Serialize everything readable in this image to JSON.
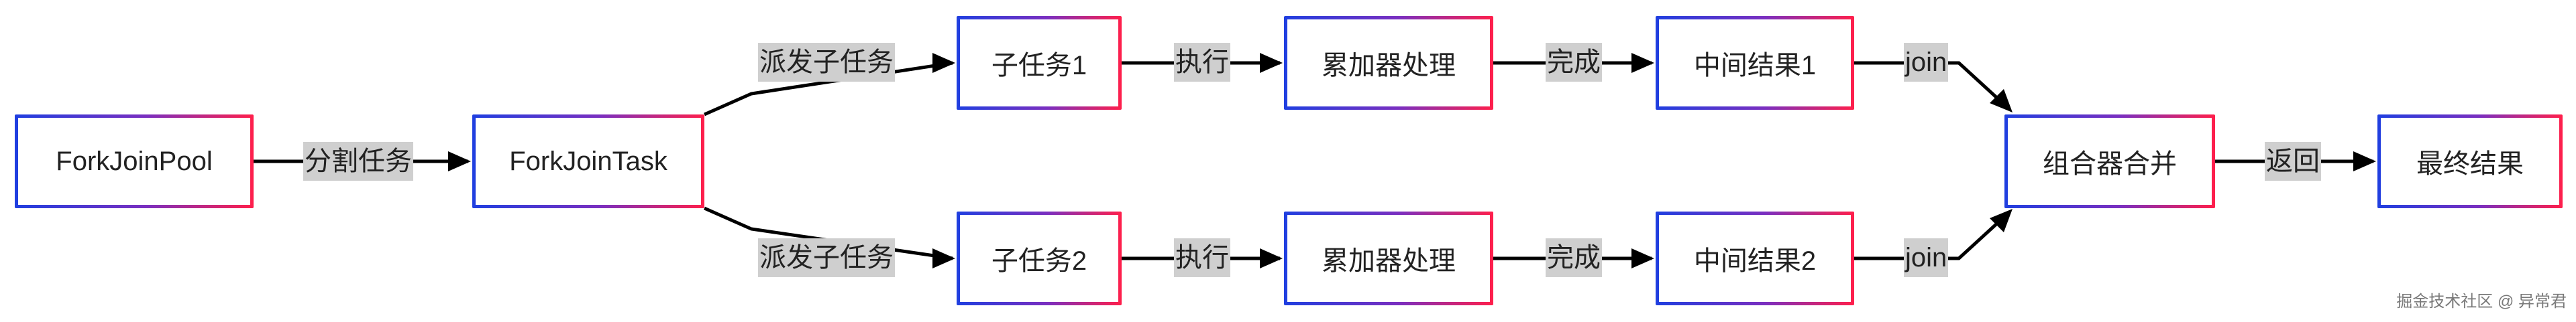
{
  "nodes": {
    "pool": "ForkJoinPool",
    "task": "ForkJoinTask",
    "sub1": "子任务1",
    "sub2": "子任务2",
    "acc1": "累加器处理",
    "acc2": "累加器处理",
    "mid1": "中间结果1",
    "mid2": "中间结果2",
    "combine": "组合器合并",
    "final": "最终结果"
  },
  "edge_labels": {
    "split": "分割任务",
    "dispatch1": "派发子任务",
    "dispatch2": "派发子任务",
    "exec1": "执行",
    "exec2": "执行",
    "done1": "完成",
    "done2": "完成",
    "join1": "join",
    "join2": "join",
    "ret": "返回"
  },
  "watermark": "掘金技术社区 @ 异常君",
  "colors": {
    "border_start": "#1f3fe0",
    "border_end": "#ff1f4b",
    "edge": "#000000",
    "label_bg": "#cfcfcf"
  }
}
